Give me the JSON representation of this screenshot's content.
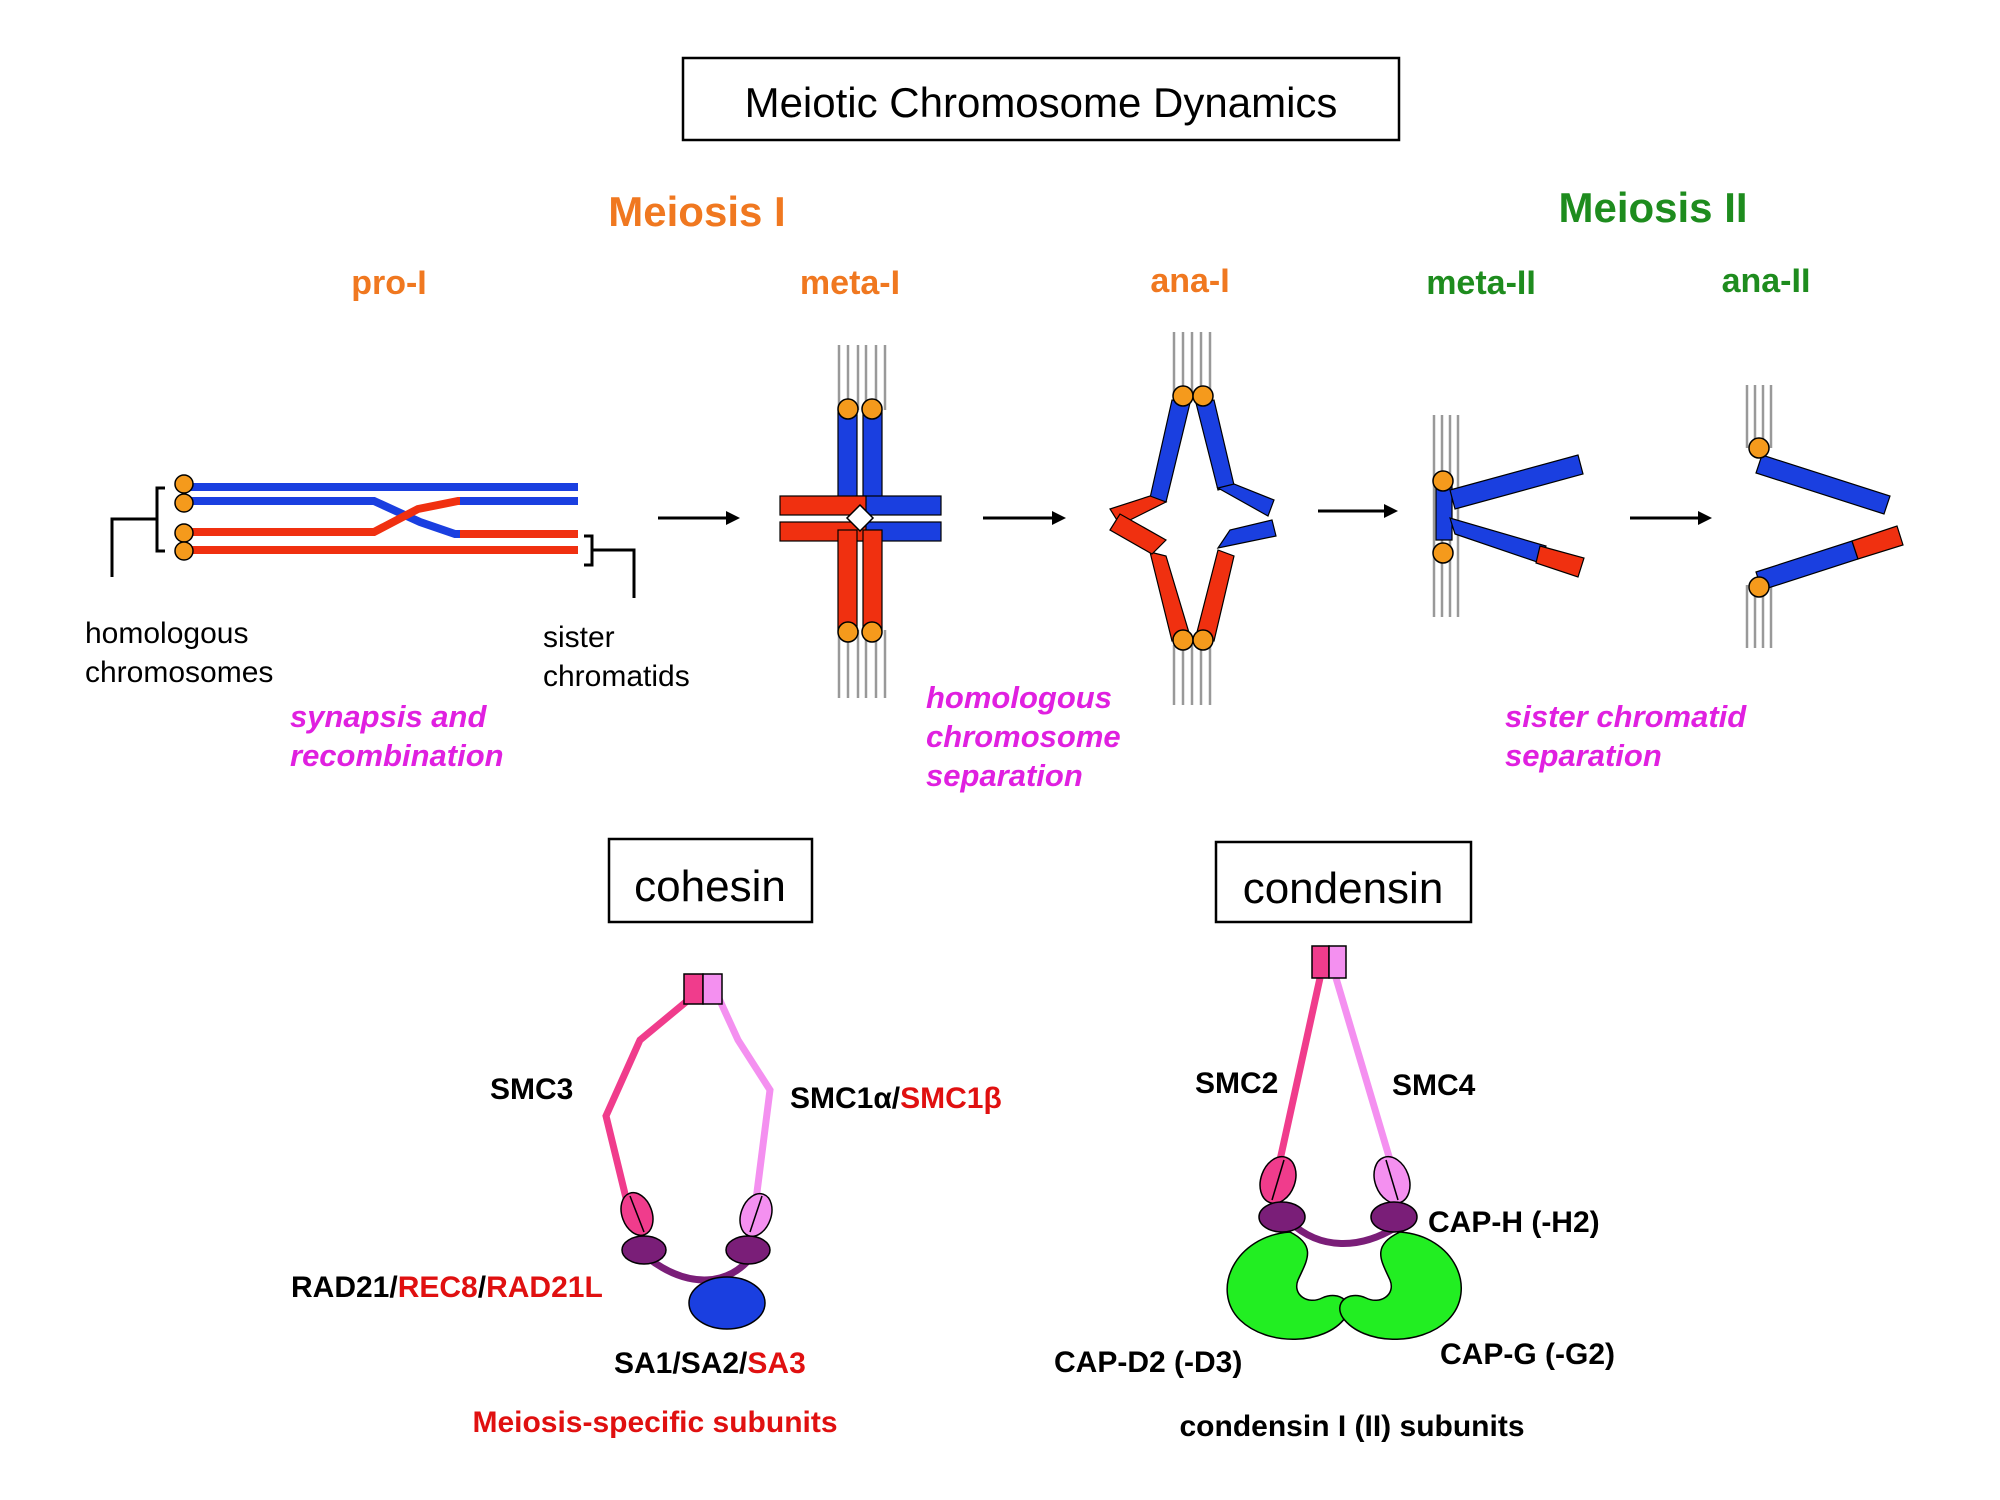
{
  "title": "Meiotic Chromosome Dynamics",
  "meiosis1": {
    "label": "Meiosis I",
    "color": "#F07820"
  },
  "meiosis2": {
    "label": "Meiosis II",
    "color": "#1E8C1E"
  },
  "stages": [
    "pro-I",
    "meta-I",
    "ana-I",
    "meta-II",
    "ana-II"
  ],
  "labels": {
    "homologous_line1": "homologous",
    "homologous_line2": "chromosomes",
    "sister_line1": "sister",
    "sister_line2": "chromatids"
  },
  "process_labels": {
    "synapsis_line1": "synapsis and",
    "synapsis_line2": "recombination",
    "homsep_line1": "homologous",
    "homsep_line2": "chromosome",
    "homsep_line3": "separation",
    "sissep_line1": "sister chromatid",
    "sissep_line2": "separation"
  },
  "cohesin": {
    "title": "cohesin",
    "smc3": "SMC3",
    "smc1a": "SMC1α",
    "slash": "/",
    "smc1b": "SMC1β",
    "rad21": "RAD21",
    "rec8": "REC8",
    "rad21l": "RAD21L",
    "sa1sa2": "SA1/SA2/",
    "sa3": "SA3",
    "footer": "Meiosis-specific subunits"
  },
  "condensin": {
    "title": "condensin",
    "smc2": "SMC2",
    "smc4": "SMC4",
    "caph": "CAP-H (-H2)",
    "capd2": "CAP-D2 (-D3)",
    "capg": "CAP-G (-G2)",
    "footer": "condensin I (II) subunits"
  },
  "colors": {
    "blue": "#1A3FE0",
    "red": "#F03010",
    "centromere": "#F59A1C",
    "magenta": "#E020E0",
    "pink_dark": "#F03C8C",
    "pink_light": "#F490F0",
    "purple": "#7A1E78",
    "green": "#22EE22",
    "label_red": "#E01010"
  }
}
